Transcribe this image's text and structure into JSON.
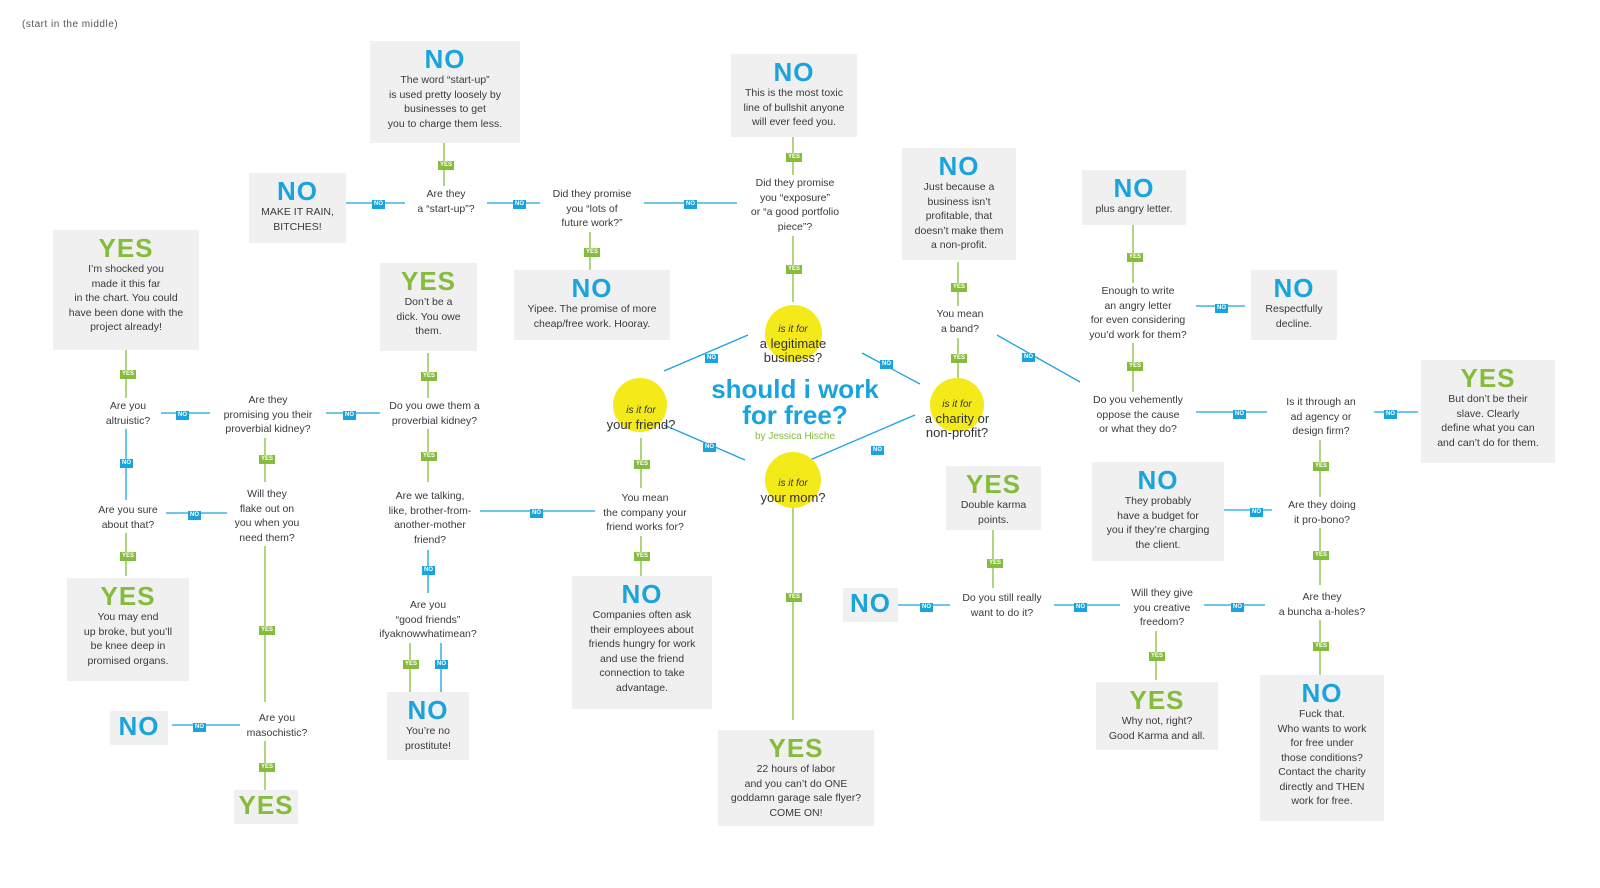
{
  "start_note": "(start in the middle)",
  "center": {
    "title": "should i work\nfor free?",
    "byline": "by Jessica Hische",
    "is_it_for": "is it for",
    "legit": "a legitimate\nbusiness?",
    "friend": "your friend?",
    "charity": "a charity or\nnon-profit?",
    "mom": "your mom?"
  },
  "labels": {
    "yes": "YES",
    "no": "NO"
  },
  "questions": {
    "exposure": "Did they promise\nyou “exposure”\nor “a good portfolio\npiece”?",
    "future_work": "Did they promise\nyou “lots of\nfuture work?”",
    "startup": "Are they\na “start-up”?",
    "band": "You mean\na band?",
    "oppose": "Do you vehemently\noppose the cause\nor what they do?",
    "angry_letter": "Enough to write\nan angry letter\nfor even considering\nyou’d work for them?",
    "agency": "Is it through an\nad agency or\ndesign firm?",
    "pro_bono": "Are they doing\nit pro-bono?",
    "a_holes": "Are they\na buncha a-holes?",
    "creative_freedom": "Will they give\nyou creative\nfreedom?",
    "still_want": "Do you still really\nwant to do it?",
    "kidney_owe": "Do you owe them a\nproverbial kidney?",
    "kidney_promise": "Are they\npromising you their\nproverbial kidney?",
    "altruistic": "Are you\naltruistic?",
    "sure": "Are you sure\nabout that?",
    "flake": "Will they\nflake out on\nyou when you\nneed them?",
    "masochistic": "Are you\nmasochistic?",
    "brother": "Are we talking,\nlike, brother-from-\nanother-mother\nfriend?",
    "good_friends": "Are you\n“good friends”\nifyaknowwhatimean?",
    "company": "You mean\nthe company your\nfriend works for?"
  },
  "answers": {
    "a_startup": "The word “start-up”\nis used pretty loosely by\nbusinesses to get\nyou to charge them less.",
    "a_exposure": "This is the most toxic\nline of bullshit anyone\nwill ever feed you.",
    "a_rain": "MAKE IT RAIN,\nBITCHES!",
    "a_yipee": "Yipee. The promise of more\ncheap/free work. Hooray.",
    "a_nonprofit": "Just because a\nbusiness isn’t\nprofitable, that\ndoesn’t make them\na non-profit.",
    "a_angry": "plus angry letter.",
    "a_decline": "Respectfully\ndecline.",
    "a_slave": "But don’t be their\nslave. Clearly\ndefine what you can\nand can’t do for them.",
    "a_shocked": "I’m shocked you\nmade it this far\nin the chart. You could\nhave been done with the\nproject already!",
    "a_dick": "Don’t be a\ndick. You owe\nthem.",
    "a_organs": "You may end\nup broke, but you’ll\nbe knee deep in\npromised organs.",
    "a_prostitute": "You’re no\nprostitute!",
    "a_companies": "Companies often ask\ntheir employees about\nfriends hungry for work\nand use the friend\nconnection to take\nadvantage.",
    "a_garage": "22 hours of labor\nand you can’t do ONE\ngoddamn garage sale flyer?\nCOME ON!",
    "a_karma_double": "Double karma\npoints.",
    "a_budget": "They probably\nhave a budget for\nyou if they’re charging\nthe client.",
    "a_why_not": "Why not, right?\nGood Karma and all.",
    "a_fuck": "Fuck that.\nWho wants to work\nfor free under\nthose conditions?\nContact the charity\ndirectly and THEN\nwork for free."
  },
  "colors": {
    "blue": "#19a4de",
    "green": "#86bc3b",
    "yellow": "#f4ea1a",
    "box": "#f0f0f0"
  }
}
